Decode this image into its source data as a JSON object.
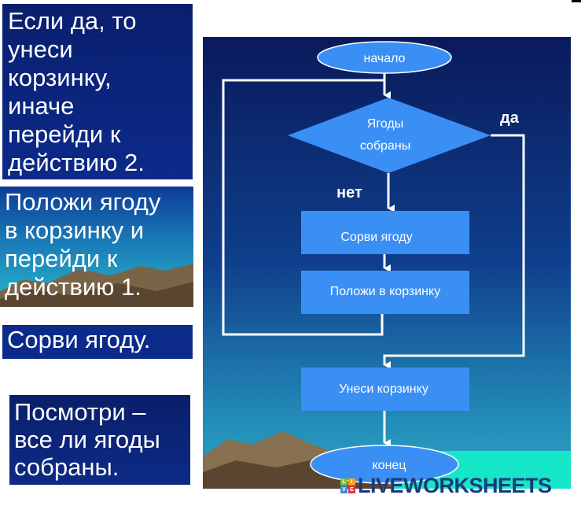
{
  "cards": [
    {
      "text": "Если да, то\nунеси\nкорзинку,\nиначе\nперейди к\nдействию 2."
    },
    {
      "text": "Положи ягоду\nв корзинку и\nперейди к\nдействию 1."
    },
    {
      "text": "Сорви ягоду."
    },
    {
      "text": "Посмотри –\nвсе ли ягоды\nсобраны."
    }
  ],
  "flowchart": {
    "start": "начало",
    "decision_line1": "Ягоды",
    "decision_line2": "собраны",
    "yes_label": "да",
    "no_label": "нет",
    "step1": "Сорви ягоду",
    "step2": "Положи в корзинку",
    "step3": "Унеси корзинку",
    "end": "конец"
  },
  "watermark": {
    "text": "LIVEWORKSHEETS",
    "letters": [
      "L",
      "I",
      "V",
      "E"
    ]
  },
  "colors": {
    "shape_fill": "#3a8ff5",
    "bg_top": "#0a1a5c",
    "bg_bottom": "#2aa6c4"
  }
}
